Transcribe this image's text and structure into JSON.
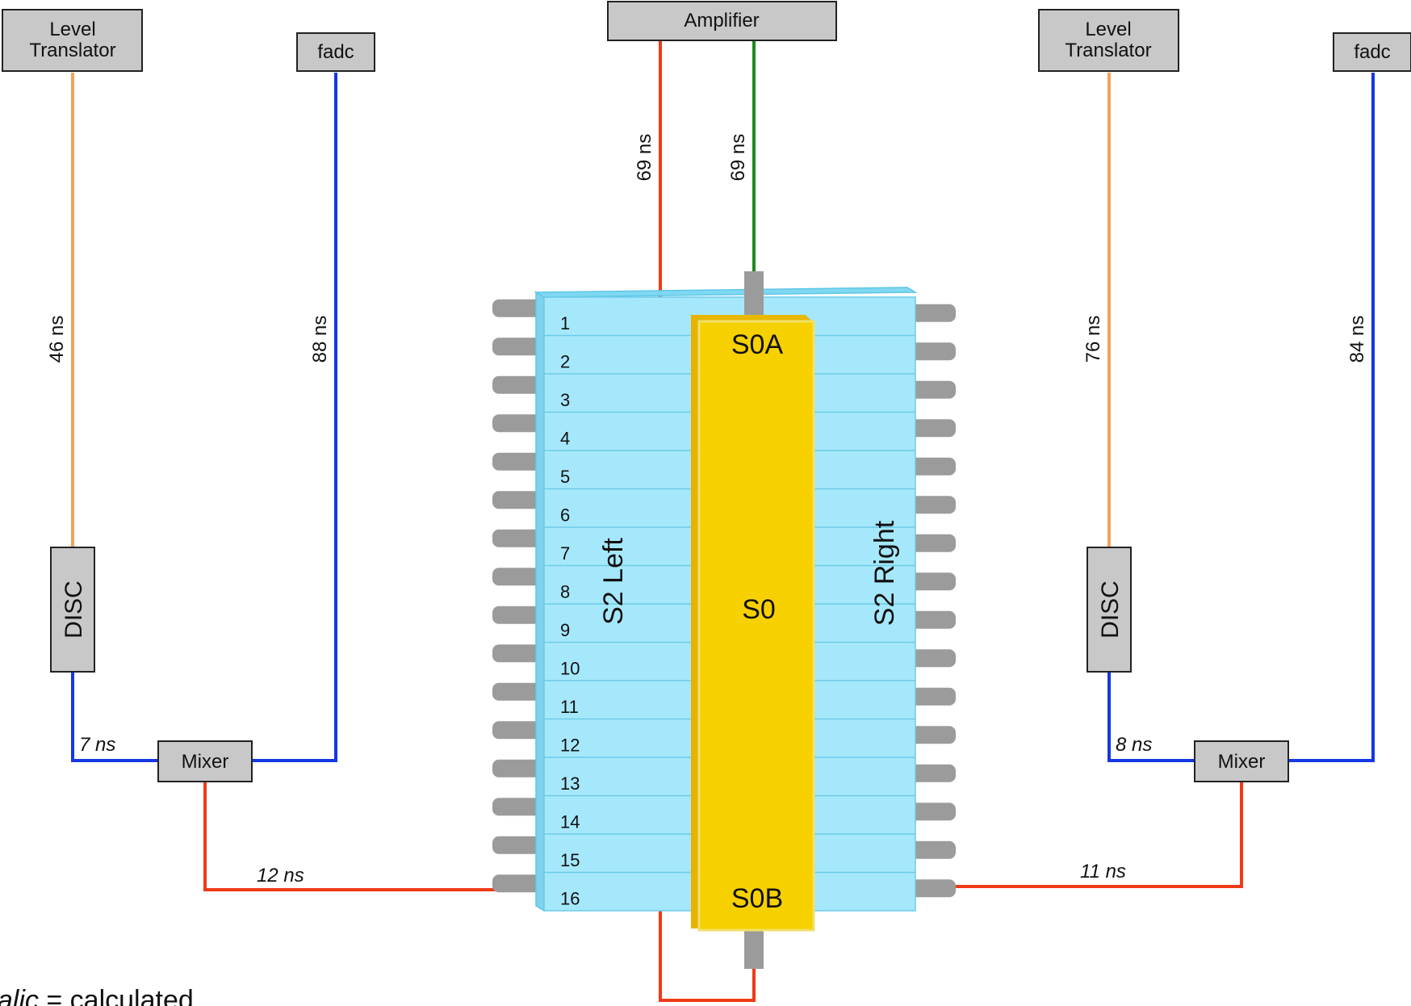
{
  "boxes": {
    "left_level_translator": [
      "Level",
      "Translator"
    ],
    "left_fadc": "fadc",
    "amplifier": "Amplifier",
    "right_level_translator": [
      "Level",
      "Translator"
    ],
    "right_fadc": "fadc",
    "left_disc": "DISC",
    "right_disc": "DISC",
    "left_mixer": "Mixer",
    "right_mixer": "Mixer"
  },
  "delays": {
    "left_lt_to_disc": "46 ns",
    "left_fadc_to_mixer": "88 ns",
    "left_disc_to_mixer": "7 ns",
    "left_mixer_to_paddle": "12 ns",
    "amp_s0b": "69 ns",
    "amp_s0a": "69 ns",
    "right_lt_to_disc": "76 ns",
    "right_fadc_to_mixer": "84 ns",
    "right_disc_to_mixer": "8 ns",
    "right_mixer_to_paddle": "11 ns"
  },
  "detector": {
    "paddle_numbers": [
      "1",
      "2",
      "3",
      "4",
      "5",
      "6",
      "7",
      "8",
      "9",
      "10",
      "11",
      "12",
      "13",
      "14",
      "15",
      "16"
    ],
    "s2_left": "S2 Left",
    "s2_right": "S2 Right",
    "s0": "S0",
    "s0a": "S0A",
    "s0b": "S0B"
  },
  "legend": {
    "italic_word": "Italic",
    "rest": " = calculated"
  },
  "colors": {
    "orange_cable": "#f4a259",
    "blue_cable": "#1537e6",
    "red_cable": "#f03a17",
    "green_cable": "#1e8a1e",
    "paddle_cyan": "#a6e8fb",
    "s0_yellow": "#f7d000",
    "box_gray": "#c8c8c8"
  }
}
